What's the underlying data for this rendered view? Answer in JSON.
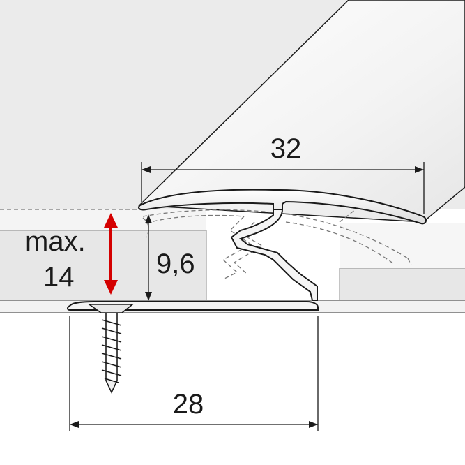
{
  "dimensions": {
    "top_width": "32",
    "bottom_width": "28",
    "inner_height": "9,6",
    "max_label": "max.",
    "max_value": "14"
  },
  "colors": {
    "background": "#ffffff",
    "floor_light": "#f0f0f0",
    "floor_mid": "#e4e4e4",
    "profile_fill": "#f4f4f4",
    "profile_stroke": "#1a1a1a",
    "dimension_line": "#1a1a1a",
    "dashed_line": "#777777",
    "arrow_red": "#d40000"
  },
  "icons": {
    "screw": "screw-icon",
    "height_arrow": "double-arrow-icon"
  }
}
